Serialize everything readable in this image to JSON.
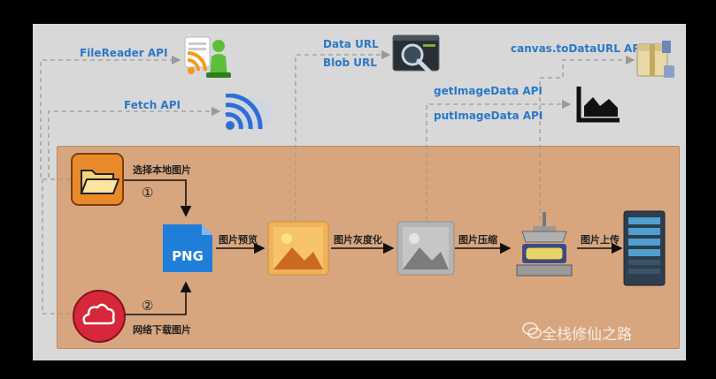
{
  "apis": {
    "filereader": "FileReader API",
    "fetch": "Fetch API",
    "data_url": "Data URL",
    "blob_url": "Blob URL",
    "get_image_data": "getImageData API",
    "put_image_data": "putImageData API",
    "to_data_url": "canvas.toDataURL API"
  },
  "steps": {
    "select_local": "选择本地图片",
    "download_network": "网络下载图片",
    "preview": "图片预览",
    "grayscale": "图片灰度化",
    "compress": "图片压缩",
    "upload": "图片上传"
  },
  "markers": {
    "one": "①",
    "two": "②"
  },
  "icons": {
    "png_label": "PNG"
  },
  "watermark": "全栈修仙之路",
  "colors": {
    "background": "#000000",
    "frame": "#d8d8d8",
    "panel": "#d8a67e",
    "api_text": "#2a78c8",
    "dashed_line": "#9a9a9a",
    "arrow": "#111111",
    "folder": "#e88a2a",
    "cloud": "#d6283a",
    "png": "#1f7fd8",
    "server": "#2d3f4e"
  }
}
